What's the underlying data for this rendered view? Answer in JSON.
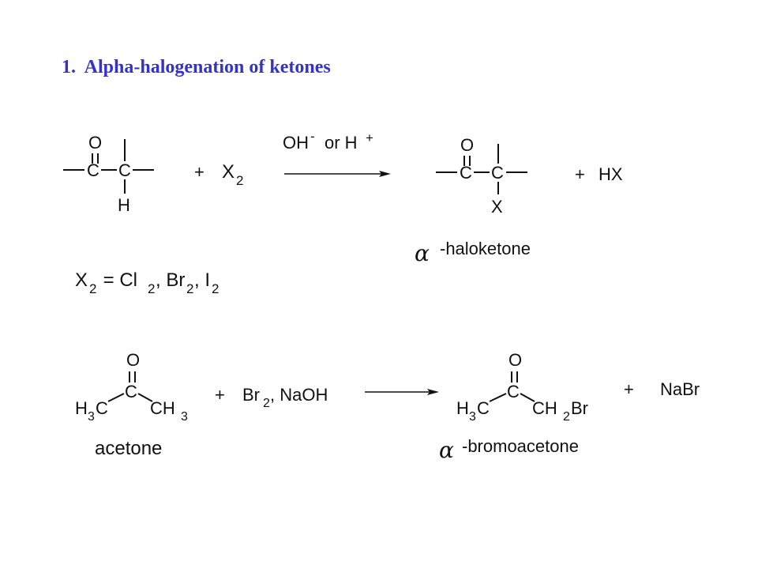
{
  "title": "1.  Alpha-halogenation of ketones",
  "reaction1": {
    "reactant_atoms": {
      "oxygen": "O",
      "carbon1": "C",
      "carbon2": "C",
      "hydrogen": "H"
    },
    "plus1": "+",
    "reagent_main": "X",
    "reagent_sub": "2",
    "conditions_oh": "OH",
    "conditions_oh_charge": "-",
    "conditions_or": "or H",
    "conditions_h_charge": "+",
    "product_atoms": {
      "oxygen": "O",
      "carbon1": "C",
      "carbon2": "C",
      "halogen": "X"
    },
    "plus2": "+",
    "byproduct": "HX",
    "product_alpha": "α",
    "product_name": "-haloketone"
  },
  "halogen_definition": {
    "x": "X",
    "x_sub": "2",
    "eq": " = Cl",
    "cl_sub": "2",
    "br": ", Br",
    "br_sub": "2",
    "i": ", I",
    "i_sub": "2"
  },
  "reaction2": {
    "reactant_atoms": {
      "oxygen": "O",
      "carbon": "C"
    },
    "left_group": {
      "h": "H",
      "sub": "3",
      "c": "C"
    },
    "right_group": {
      "ch": "CH",
      "sub": "3"
    },
    "reactant_name": "acetone",
    "plus1": "+",
    "reagent_br": "Br",
    "reagent_br_sub": "2",
    "reagent_rest": ", NaOH",
    "product_atoms": {
      "oxygen": "O",
      "carbon": "C"
    },
    "product_left_group": {
      "h": "H",
      "sub": "3",
      "c": "C"
    },
    "product_right_group": {
      "ch": "CH",
      "sub": "2",
      "br": "Br"
    },
    "plus2": "+",
    "byproduct": "NaBr",
    "product_alpha": "α",
    "product_name": "-bromoacetone"
  }
}
